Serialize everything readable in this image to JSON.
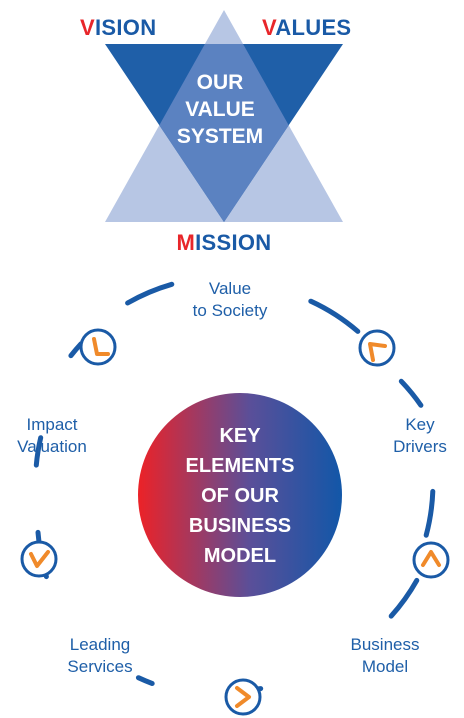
{
  "value_system": {
    "vision": {
      "first": "V",
      "rest": "ISION"
    },
    "values": {
      "first": "V",
      "rest": "ALUES"
    },
    "mission": {
      "first": "M",
      "rest": "ISSION"
    },
    "center": [
      "OUR",
      "VALUE",
      "SYSTEM"
    ]
  },
  "business_model": {
    "center": [
      "KEY",
      "ELEMENTS",
      "OF OUR",
      "BUSINESS",
      "MODEL"
    ],
    "stages": {
      "value_to_society": [
        "Value",
        "to Society"
      ],
      "key_drivers": [
        "Key",
        "Drivers"
      ],
      "business_model": [
        "Business",
        "Model"
      ],
      "leading_services": [
        "Leading",
        "Services"
      ],
      "impact_valuation": [
        "Impact",
        "Valuation"
      ]
    }
  },
  "colors": {
    "triangle_dark": "#1f5fa8",
    "triangle_light": "#b7c6e4",
    "overlap": "#5b82c1",
    "red": "#e8262a",
    "blue": "#1a5aa6",
    "arrow": "#f08a2a"
  }
}
